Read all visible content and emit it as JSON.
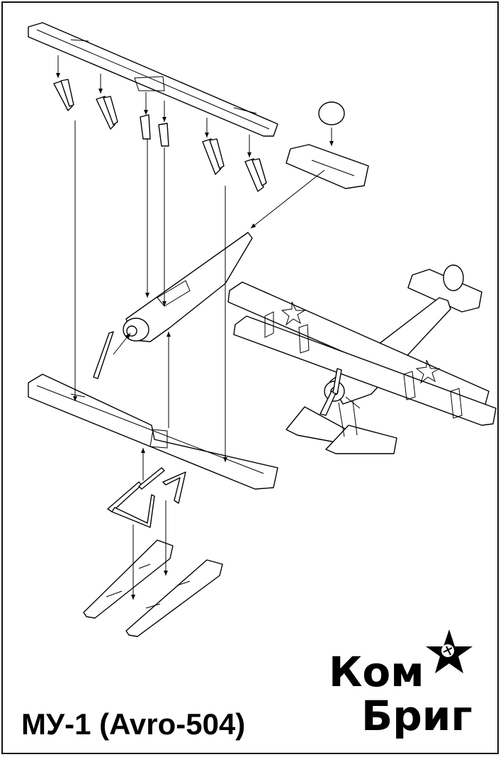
{
  "title": "МУ-1 (Avro-504)",
  "logo": {
    "line1": "Ком",
    "line2": "Бриг"
  }
}
